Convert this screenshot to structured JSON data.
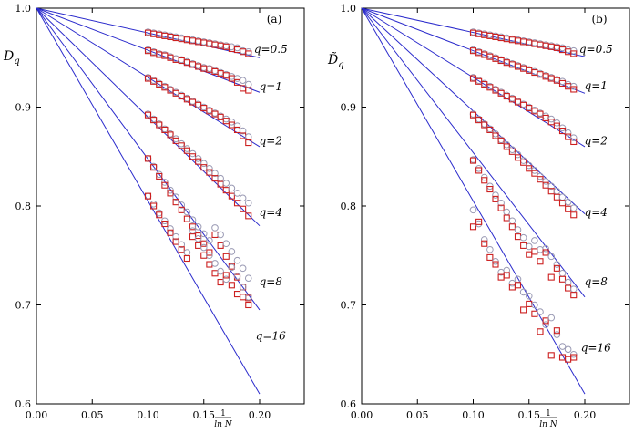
{
  "chart_data": [
    {
      "type": "scatter",
      "panel_label": "(a)",
      "ylabel": "D_q",
      "xlabel": "1/ln N",
      "xlim": [
        0.0,
        0.24
      ],
      "ylim": [
        0.6,
        1.0
      ],
      "xticks": [
        "0.00",
        "0.05",
        "0.10",
        "0.15",
        "0.20"
      ],
      "yticks": [
        "0.6",
        "0.7",
        "0.8",
        "0.9",
        "1.0"
      ],
      "colors": {
        "line": "#2b2bcc",
        "circle": "#9a9ab4",
        "square": "#cc1f1f"
      },
      "lines": [
        {
          "q": "q=0.5",
          "y_at_0_2": 0.95
        },
        {
          "q": "q=1",
          "y_at_0_2": 0.915
        },
        {
          "q": "q=2",
          "y_at_0_2": 0.86
        },
        {
          "q": "q=4",
          "y_at_0_2": 0.78
        },
        {
          "q": "q=8",
          "y_at_0_2": 0.695
        },
        {
          "q": "q=16",
          "y_at_0_2": 0.61
        }
      ],
      "series": [
        {
          "q": "q=0.5",
          "label_pos": [
            0.21,
            0.955
          ],
          "x": [
            0.1,
            0.105,
            0.11,
            0.115,
            0.12,
            0.125,
            0.13,
            0.135,
            0.14,
            0.145,
            0.15,
            0.155,
            0.16,
            0.165,
            0.17,
            0.175,
            0.18,
            0.185,
            0.19
          ],
          "circles": [
            0.976,
            0.975,
            0.974,
            0.973,
            0.972,
            0.971,
            0.97,
            0.969,
            0.968,
            0.967,
            0.966,
            0.965,
            0.964,
            0.963,
            0.962,
            0.961,
            0.96,
            0.957,
            0.956
          ],
          "squares": [
            0.975,
            0.974,
            0.973,
            0.972,
            0.971,
            0.97,
            0.969,
            0.968,
            0.967,
            0.966,
            0.965,
            0.964,
            0.963,
            0.962,
            0.961,
            0.959,
            0.958,
            0.956,
            0.954
          ]
        },
        {
          "q": "q=1",
          "label_pos": [
            0.21,
            0.917
          ],
          "x": [
            0.1,
            0.105,
            0.11,
            0.115,
            0.12,
            0.125,
            0.13,
            0.135,
            0.14,
            0.145,
            0.15,
            0.155,
            0.16,
            0.165,
            0.17,
            0.175,
            0.18,
            0.185,
            0.19
          ],
          "circles": [
            0.958,
            0.956,
            0.954,
            0.953,
            0.951,
            0.949,
            0.948,
            0.946,
            0.944,
            0.942,
            0.94,
            0.939,
            0.937,
            0.935,
            0.933,
            0.931,
            0.929,
            0.927,
            0.923
          ],
          "squares": [
            0.957,
            0.955,
            0.953,
            0.952,
            0.95,
            0.948,
            0.947,
            0.945,
            0.943,
            0.941,
            0.939,
            0.938,
            0.936,
            0.934,
            0.932,
            0.929,
            0.925,
            0.919,
            0.917
          ]
        },
        {
          "q": "q=2",
          "label_pos": [
            0.21,
            0.862
          ],
          "x": [
            0.1,
            0.105,
            0.11,
            0.115,
            0.12,
            0.125,
            0.13,
            0.135,
            0.14,
            0.145,
            0.15,
            0.155,
            0.16,
            0.165,
            0.17,
            0.175,
            0.18,
            0.185,
            0.19
          ],
          "circles": [
            0.93,
            0.927,
            0.924,
            0.921,
            0.918,
            0.915,
            0.912,
            0.909,
            0.906,
            0.903,
            0.9,
            0.897,
            0.894,
            0.891,
            0.888,
            0.885,
            0.881,
            0.876,
            0.87
          ],
          "squares": [
            0.929,
            0.926,
            0.923,
            0.92,
            0.917,
            0.914,
            0.911,
            0.908,
            0.905,
            0.902,
            0.899,
            0.896,
            0.893,
            0.89,
            0.886,
            0.882,
            0.877,
            0.871,
            0.864
          ]
        },
        {
          "q": "q=4",
          "label_pos": [
            0.21,
            0.79
          ],
          "x": [
            0.1,
            0.105,
            0.11,
            0.115,
            0.12,
            0.125,
            0.13,
            0.135,
            0.14,
            0.145,
            0.15,
            0.155,
            0.16,
            0.165,
            0.17,
            0.175,
            0.18,
            0.185,
            0.19
          ],
          "circles": [
            0.893,
            0.888,
            0.883,
            0.878,
            0.873,
            0.868,
            0.863,
            0.858,
            0.853,
            0.848,
            0.843,
            0.838,
            0.833,
            0.828,
            0.823,
            0.818,
            0.813,
            0.808,
            0.803
          ],
          "squares": [
            0.892,
            0.887,
            0.882,
            0.877,
            0.872,
            0.866,
            0.861,
            0.856,
            0.85,
            0.845,
            0.839,
            0.834,
            0.828,
            0.822,
            0.816,
            0.81,
            0.803,
            0.797,
            0.79
          ]
        },
        {
          "q": "q=8",
          "label_pos": [
            0.21,
            0.72
          ],
          "x": [
            0.1,
            0.105,
            0.11,
            0.115,
            0.12,
            0.125,
            0.13,
            0.135,
            0.14,
            0.145,
            0.15,
            0.155,
            0.16,
            0.165,
            0.17,
            0.175,
            0.18,
            0.185,
            0.19
          ],
          "circles": [
            0.848,
            0.84,
            0.832,
            0.824,
            0.816,
            0.809,
            0.801,
            0.794,
            0.786,
            0.779,
            0.772,
            0.765,
            0.778,
            0.771,
            0.762,
            0.754,
            0.745,
            0.737,
            0.727
          ],
          "squares": [
            0.848,
            0.839,
            0.83,
            0.821,
            0.813,
            0.804,
            0.796,
            0.787,
            0.779,
            0.77,
            0.762,
            0.753,
            0.771,
            0.76,
            0.749,
            0.739,
            0.728,
            0.718,
            0.707
          ]
        },
        {
          "q": "q=16",
          "label_pos": [
            0.21,
            0.665
          ],
          "x": [
            0.1,
            0.105,
            0.11,
            0.115,
            0.12,
            0.125,
            0.13,
            0.135,
            0.14,
            0.145,
            0.15,
            0.155,
            0.16,
            0.165,
            0.17,
            0.175,
            0.18,
            0.185,
            0.19
          ],
          "circles": [
            0.81,
            0.802,
            0.793,
            0.785,
            0.777,
            0.769,
            0.761,
            0.753,
            0.775,
            0.767,
            0.758,
            0.75,
            0.742,
            0.734,
            0.726,
            0.738,
            0.729,
            0.718,
            0.708
          ],
          "squares": [
            0.81,
            0.8,
            0.791,
            0.782,
            0.773,
            0.764,
            0.756,
            0.747,
            0.769,
            0.76,
            0.75,
            0.741,
            0.732,
            0.723,
            0.73,
            0.72,
            0.711,
            0.708,
            0.7
          ]
        }
      ]
    },
    {
      "type": "scatter",
      "panel_label": "(b)",
      "ylabel": "D̃_q",
      "xlabel": "1/ln N",
      "xlim": [
        0.0,
        0.24
      ],
      "ylim": [
        0.6,
        1.0
      ],
      "xticks": [
        "0.00",
        "0.05",
        "0.10",
        "0.15",
        "0.20"
      ],
      "yticks": [
        "0.6",
        "0.7",
        "0.8",
        "0.9",
        "1.0"
      ],
      "colors": {
        "line": "#2b2bcc",
        "circle": "#9a9ab4",
        "square": "#cc1f1f"
      },
      "lines": [
        {
          "q": "q=0.5",
          "y_at_0_2": 0.951
        },
        {
          "q": "q=1",
          "y_at_0_2": 0.914
        },
        {
          "q": "q=2",
          "y_at_0_2": 0.86
        },
        {
          "q": "q=4",
          "y_at_0_2": 0.792
        },
        {
          "q": "q=8",
          "y_at_0_2": 0.708
        },
        {
          "q": "q=16",
          "y_at_0_2": 0.61
        }
      ],
      "series": [
        {
          "q": "q=0.5",
          "label_pos": [
            0.21,
            0.955
          ],
          "x": [
            0.1,
            0.105,
            0.11,
            0.115,
            0.12,
            0.125,
            0.13,
            0.135,
            0.14,
            0.145,
            0.15,
            0.155,
            0.16,
            0.165,
            0.17,
            0.175,
            0.18,
            0.185,
            0.19
          ],
          "circles": [
            0.976,
            0.975,
            0.974,
            0.973,
            0.972,
            0.971,
            0.97,
            0.969,
            0.968,
            0.967,
            0.966,
            0.965,
            0.964,
            0.963,
            0.962,
            0.961,
            0.96,
            0.958,
            0.957
          ],
          "squares": [
            0.975,
            0.974,
            0.973,
            0.972,
            0.971,
            0.97,
            0.969,
            0.968,
            0.967,
            0.966,
            0.965,
            0.964,
            0.963,
            0.962,
            0.961,
            0.96,
            0.958,
            0.956,
            0.954
          ]
        },
        {
          "q": "q=1",
          "label_pos": [
            0.21,
            0.918
          ],
          "x": [
            0.1,
            0.105,
            0.11,
            0.115,
            0.12,
            0.125,
            0.13,
            0.135,
            0.14,
            0.145,
            0.15,
            0.155,
            0.16,
            0.165,
            0.17,
            0.175,
            0.18,
            0.185,
            0.19
          ],
          "circles": [
            0.958,
            0.956,
            0.954,
            0.952,
            0.95,
            0.948,
            0.946,
            0.944,
            0.942,
            0.94,
            0.938,
            0.936,
            0.934,
            0.932,
            0.93,
            0.928,
            0.926,
            0.923,
            0.921
          ],
          "squares": [
            0.957,
            0.955,
            0.953,
            0.951,
            0.949,
            0.947,
            0.945,
            0.943,
            0.941,
            0.939,
            0.937,
            0.935,
            0.933,
            0.931,
            0.929,
            0.927,
            0.924,
            0.921,
            0.918
          ]
        },
        {
          "q": "q=2",
          "label_pos": [
            0.21,
            0.862
          ],
          "x": [
            0.1,
            0.105,
            0.11,
            0.115,
            0.12,
            0.125,
            0.13,
            0.135,
            0.14,
            0.145,
            0.15,
            0.155,
            0.16,
            0.165,
            0.17,
            0.175,
            0.18,
            0.185,
            0.19
          ],
          "circles": [
            0.93,
            0.927,
            0.924,
            0.921,
            0.918,
            0.915,
            0.912,
            0.909,
            0.906,
            0.903,
            0.9,
            0.897,
            0.894,
            0.891,
            0.888,
            0.884,
            0.879,
            0.874,
            0.869
          ],
          "squares": [
            0.929,
            0.926,
            0.923,
            0.92,
            0.917,
            0.914,
            0.911,
            0.908,
            0.905,
            0.902,
            0.899,
            0.896,
            0.893,
            0.889,
            0.885,
            0.881,
            0.876,
            0.87,
            0.865
          ]
        },
        {
          "q": "q=4",
          "label_pos": [
            0.21,
            0.79
          ],
          "x": [
            0.1,
            0.105,
            0.11,
            0.115,
            0.12,
            0.125,
            0.13,
            0.135,
            0.14,
            0.145,
            0.15,
            0.155,
            0.16,
            0.165,
            0.17,
            0.175,
            0.18,
            0.185,
            0.19
          ],
          "circles": [
            0.893,
            0.888,
            0.883,
            0.878,
            0.873,
            0.867,
            0.862,
            0.857,
            0.852,
            0.846,
            0.841,
            0.836,
            0.83,
            0.825,
            0.82,
            0.815,
            0.809,
            0.804,
            0.798
          ],
          "squares": [
            0.892,
            0.887,
            0.882,
            0.877,
            0.871,
            0.866,
            0.86,
            0.855,
            0.849,
            0.844,
            0.838,
            0.833,
            0.827,
            0.821,
            0.815,
            0.809,
            0.803,
            0.797,
            0.791
          ]
        },
        {
          "q": "q=8",
          "label_pos": [
            0.21,
            0.72
          ],
          "x": [
            0.1,
            0.105,
            0.11,
            0.115,
            0.12,
            0.125,
            0.13,
            0.135,
            0.14,
            0.145,
            0.15,
            0.155,
            0.16,
            0.165,
            0.17,
            0.175,
            0.18,
            0.185,
            0.19
          ],
          "circles": [
            0.847,
            0.838,
            0.829,
            0.82,
            0.811,
            0.803,
            0.794,
            0.785,
            0.776,
            0.768,
            0.759,
            0.765,
            0.756,
            0.757,
            0.749,
            0.741,
            0.732,
            0.723,
            0.716
          ],
          "squares": [
            0.846,
            0.836,
            0.826,
            0.817,
            0.807,
            0.798,
            0.788,
            0.779,
            0.769,
            0.76,
            0.751,
            0.754,
            0.744,
            0.753,
            0.728,
            0.737,
            0.726,
            0.717,
            0.71
          ]
        },
        {
          "q": "q=16",
          "label_pos": [
            0.21,
            0.653
          ],
          "x": [
            0.1,
            0.105,
            0.11,
            0.115,
            0.12,
            0.125,
            0.13,
            0.135,
            0.14,
            0.145,
            0.15,
            0.155,
            0.16,
            0.165,
            0.17,
            0.175,
            0.18,
            0.185,
            0.19
          ],
          "circles": [
            0.796,
            0.782,
            0.766,
            0.756,
            0.744,
            0.733,
            0.735,
            0.722,
            0.726,
            0.713,
            0.709,
            0.7,
            0.693,
            0.68,
            0.687,
            0.67,
            0.658,
            0.655,
            0.65
          ],
          "squares": [
            0.779,
            0.784,
            0.762,
            0.748,
            0.741,
            0.728,
            0.73,
            0.718,
            0.72,
            0.695,
            0.701,
            0.691,
            0.673,
            0.684,
            0.649,
            0.674,
            0.647,
            0.645,
            0.647
          ]
        }
      ]
    }
  ]
}
